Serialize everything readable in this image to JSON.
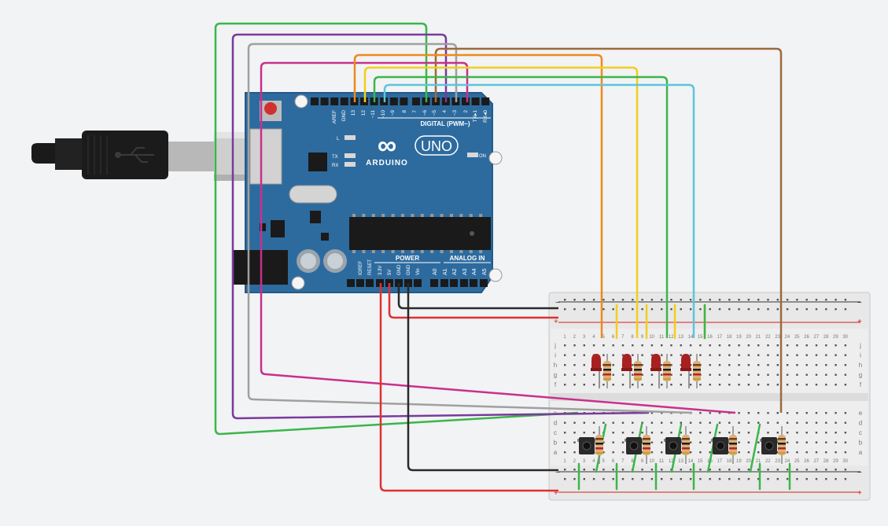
{
  "board": {
    "brand": "ARDUINO",
    "model": "UNO",
    "logo": "∞",
    "digital_header": "DIGITAL (PWM~)",
    "power_header": "POWER",
    "analog_header": "ANALOG IN",
    "on_label": "ON",
    "led_l_label": "L",
    "tx_label": "TX",
    "rx_label": "RX",
    "top_pins": [
      "AREF",
      "GND",
      "13",
      "12",
      "~11",
      "~10",
      "~9",
      "8",
      "7",
      "~6",
      "~5",
      "4",
      "~3",
      "2",
      "TX▸1",
      "RX◂0"
    ],
    "power_pins": [
      "IOREF",
      "RESET",
      "3.3V",
      "5V",
      "GND",
      "GND",
      "Vin"
    ],
    "analog_pins": [
      "A0",
      "A1",
      "A2",
      "A3",
      "A4",
      "A5"
    ]
  },
  "breadboard": {
    "row_letters_upper": [
      "j",
      "i",
      "h",
      "g",
      "f"
    ],
    "row_letters_lower": [
      "e",
      "d",
      "c",
      "b",
      "a"
    ],
    "rail_minus": "−",
    "rail_plus": "+",
    "columns": [
      "1",
      "2",
      "3",
      "4",
      "5",
      "6",
      "7",
      "8",
      "9",
      "10",
      "11",
      "12",
      "13",
      "14",
      "15",
      "16",
      "17",
      "18",
      "19",
      "20",
      "21",
      "22",
      "23",
      "24",
      "25",
      "26",
      "27",
      "28",
      "29",
      "30"
    ]
  },
  "components": {
    "usb_cable": "usb-cable",
    "leds": 4,
    "pushbuttons": 5,
    "resistors": 9
  },
  "colors": {
    "board": "#2d6b9f",
    "wire_green": "#3cb54a",
    "wire_purple": "#7a3a9a",
    "wire_gray": "#a0a0a0",
    "wire_magenta": "#c8308c",
    "wire_orange": "#ee8a1d",
    "wire_yellow": "#f2cf1c",
    "wire_cyan": "#5ec4dc",
    "wire_brown": "#9c6a3c",
    "wire_red": "#e03030",
    "wire_black": "#2a2a2a",
    "led_red": "#a82020"
  }
}
